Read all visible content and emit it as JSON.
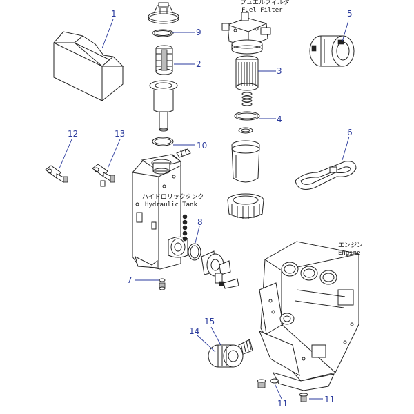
{
  "labels": {
    "fuel_filter_jp": "フュエルフィルタ",
    "fuel_filter_en": "Fuel Filter",
    "hydraulic_tank_jp": "ハイドロリックタンク",
    "hydraulic_tank_en": "Hydraulic Tank",
    "engine_jp": "エンジン",
    "engine_en": "Engine"
  },
  "callouts": {
    "c1": "1",
    "c2": "2",
    "c4": "4",
    "c3": "3",
    "c5": "5",
    "c6": "6",
    "c7": "7",
    "c8": "8",
    "c9": "9",
    "c10": "10",
    "c11a": "11",
    "c11b": "11",
    "c12": "12",
    "c13": "13",
    "c14": "14",
    "c15": "15"
  },
  "colors": {
    "callout": "#2a3a9c",
    "line": "#222222"
  }
}
